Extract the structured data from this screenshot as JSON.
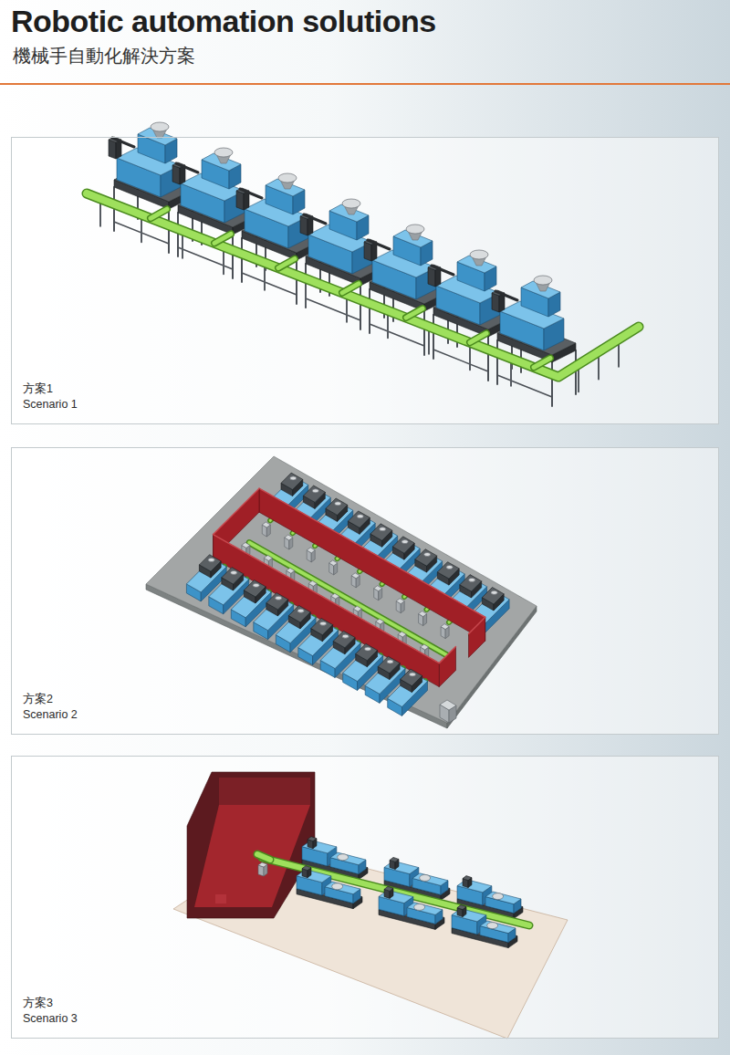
{
  "diagram": {
    "title": "Robotic automation solutions",
    "nodes": [
      {
        "text": [
          "方案1",
          "Scenario 1"
        ]
      },
      {
        "text": [
          "方案2",
          "Scenario 2"
        ]
      },
      {
        "text": [
          "方案3",
          "Scenario 3"
        ]
      }
    ],
    "labels": [
      "機械手自動化解決方案"
    ]
  }
}
